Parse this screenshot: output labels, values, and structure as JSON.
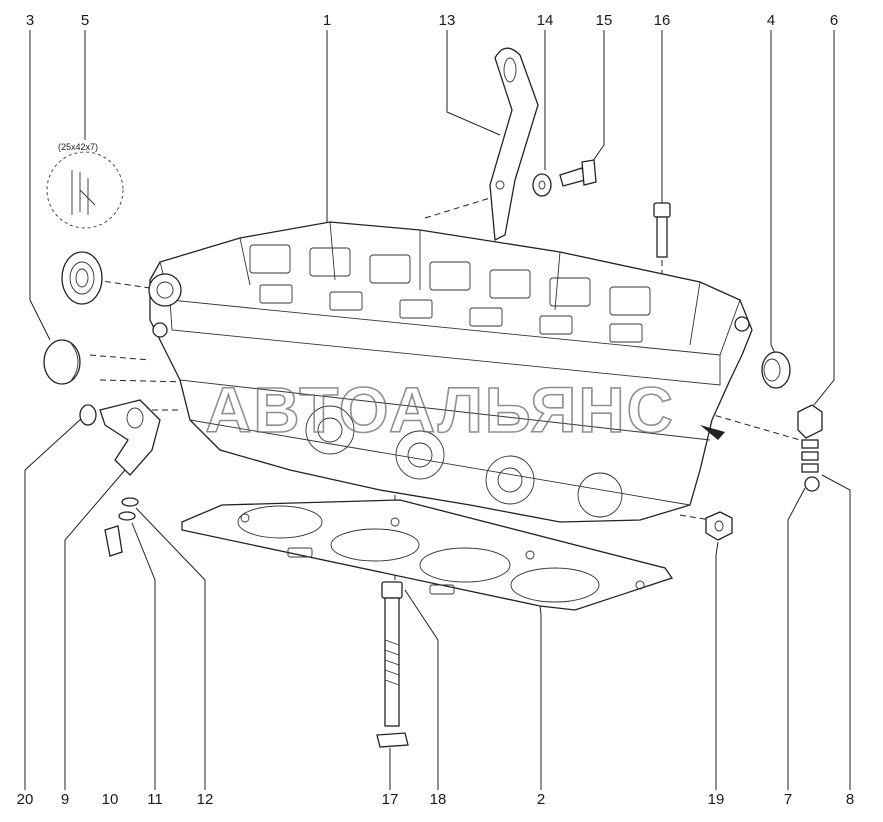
{
  "callouts": [
    {
      "id": "c1",
      "label": "1"
    },
    {
      "id": "c2",
      "label": "2"
    },
    {
      "id": "c3",
      "label": "3"
    },
    {
      "id": "c4",
      "label": "4"
    },
    {
      "id": "c5",
      "label": "5"
    },
    {
      "id": "c6",
      "label": "6"
    },
    {
      "id": "c7",
      "label": "7"
    },
    {
      "id": "c8",
      "label": "8"
    },
    {
      "id": "c9",
      "label": "9"
    },
    {
      "id": "c10",
      "label": "10"
    },
    {
      "id": "c11",
      "label": "11"
    },
    {
      "id": "c12",
      "label": "12"
    },
    {
      "id": "c13",
      "label": "13"
    },
    {
      "id": "c14",
      "label": "14"
    },
    {
      "id": "c15",
      "label": "15"
    },
    {
      "id": "c16",
      "label": "16"
    },
    {
      "id": "c17",
      "label": "17"
    },
    {
      "id": "c18",
      "label": "18"
    },
    {
      "id": "c19",
      "label": "19"
    },
    {
      "id": "c20",
      "label": "20"
    }
  ],
  "seal_size": "(25x42x7)",
  "watermark": "АВТОАЛЬЯНС"
}
